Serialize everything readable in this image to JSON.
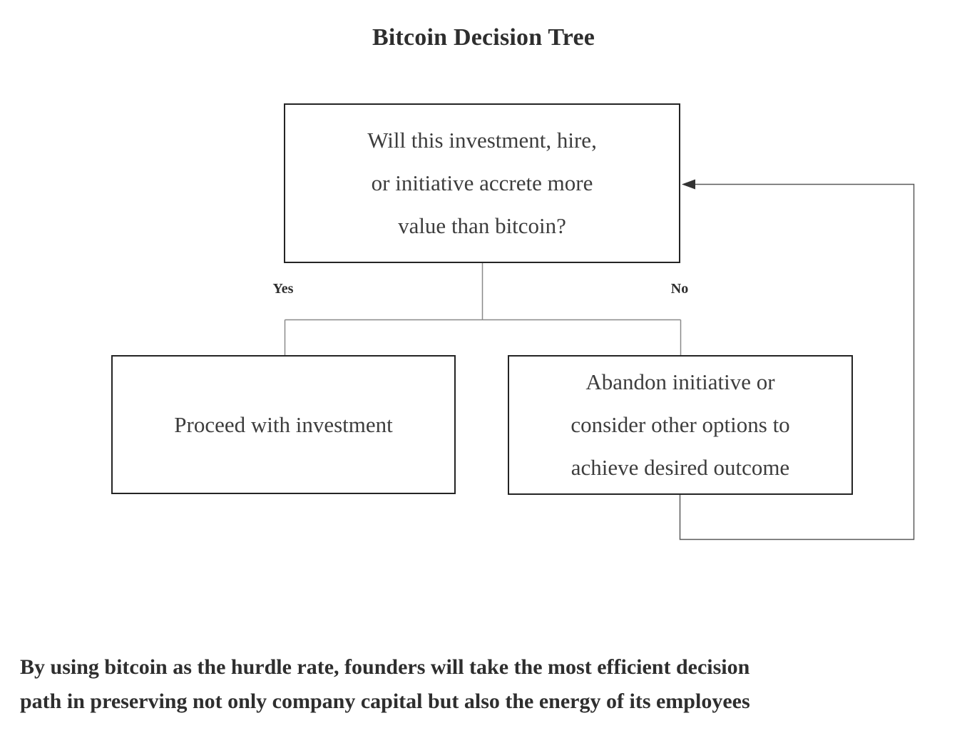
{
  "title": "Bitcoin Decision Tree",
  "diagram": {
    "root_node": {
      "lines": [
        "Will this investment, hire,",
        "or initiative accrete more",
        "value than bitcoin?"
      ]
    },
    "yes_label": "Yes",
    "no_label": "No",
    "yes_node": {
      "lines": [
        "Proceed with investment"
      ]
    },
    "no_node": {
      "lines": [
        "Abandon initiative or",
        "consider other options to",
        "achieve desired outcome"
      ]
    }
  },
  "caption": {
    "lines": [
      "By using bitcoin as the hurdle rate, founders will take the most efficient decision",
      "path in preserving not only company capital but also the energy of its employees"
    ]
  },
  "colors": {
    "box_border": "#242424",
    "tree_line": "#8a8a8a",
    "loop_line": "#5a5a5a",
    "arrowhead": "#333333",
    "node_text": "#3d3d3d",
    "heading_text": "#2e2e2e",
    "background": "#ffffff"
  }
}
